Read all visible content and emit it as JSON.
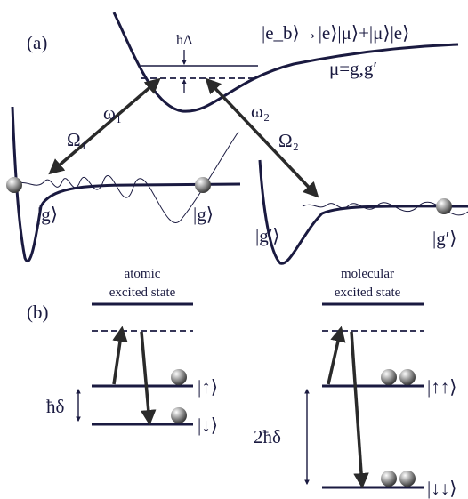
{
  "panel_a": {
    "panel_label": "(a)",
    "detuning_label": "ħΔ",
    "bound_state_label": "|e_b⟩→|e⟩|μ⟩+|μ⟩|e⟩",
    "mu_label": "μ=g,g′",
    "omega1_label": "ω₁",
    "Omega1_label": "Ω₁",
    "omega2_label": "ω₂",
    "Omega2_label": "Ω₂",
    "g_left_label": "|g⟩",
    "g_right_label": "|g⟩",
    "gp_left_label": "|g′⟩",
    "gp_right_label": "|g′⟩"
  },
  "panel_b": {
    "panel_label": "(b)",
    "atomic": {
      "title_line1": "atomic",
      "title_line2": "excited state",
      "up_label": "|↑⟩",
      "down_label": "|↓⟩",
      "splitting_label": "ħδ"
    },
    "molecular": {
      "title_line1": "molecular",
      "title_line2": "excited state",
      "upup_label": "|↑↑⟩",
      "downdown_label": "|↓↓⟩",
      "splitting_label": "2ħδ"
    }
  },
  "colors": {
    "line": "#1a1a40",
    "arrow": "#2a2a2a",
    "atom": "#9a9a9a"
  }
}
